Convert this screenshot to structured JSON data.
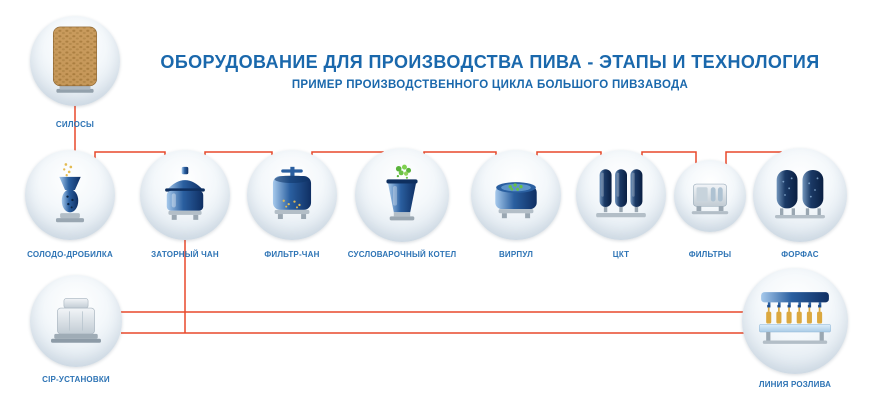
{
  "header": {
    "title": "ОБОРУДОВАНИЕ ДЛЯ ПРОИЗВОДСТВА ПИВА - ЭТАПЫ И ТЕХНОЛОГИЯ",
    "subtitle": "ПРИМЕР ПРОИЗВОДСТВЕННОГО ЦИКЛА БОЛЬШОГО ПИВЗАВОДА"
  },
  "stages": [
    {
      "id": "silos",
      "label": "СИЛОСЫ",
      "icon": "silo-icon"
    },
    {
      "id": "malt-crusher",
      "label": "СОЛОДО-ДРОБИЛКА",
      "icon": "malt-crusher-icon"
    },
    {
      "id": "mash-tun",
      "label": "ЗАТОРНЫЙ ЧАН",
      "icon": "mash-tun-icon"
    },
    {
      "id": "lauter-tun",
      "label": "ФИЛЬТР-ЧАН",
      "icon": "lauter-tun-icon"
    },
    {
      "id": "wort-kettle",
      "label": "СУСЛОВАРОЧНЫЙ КОТЕЛ",
      "icon": "wort-kettle-icon"
    },
    {
      "id": "whirlpool",
      "label": "ВИРПУЛ",
      "icon": "whirlpool-icon"
    },
    {
      "id": "cct",
      "label": "ЦКТ",
      "icon": "cct-tanks-icon"
    },
    {
      "id": "filters",
      "label": "ФИЛЬТРЫ",
      "icon": "filters-icon"
    },
    {
      "id": "forfas",
      "label": "ФОРФАС",
      "icon": "forfas-tanks-icon"
    },
    {
      "id": "cip",
      "label": "CIP-УСТАНОВКИ",
      "icon": "cip-unit-icon"
    },
    {
      "id": "bottling-line",
      "label": "ЛИНИЯ РОЗЛИВА",
      "icon": "bottling-line-icon"
    }
  ],
  "colors": {
    "title_text": "#1a68ac",
    "stage_label_text": "#2e74b5",
    "connector_line": "#e8492b",
    "circle_fill": "#e6edf4",
    "tank_blue": "#1a4a8c",
    "tank_navy": "#12315e",
    "grain_tan": "#c89a5c",
    "hops_green": "#63c043",
    "bottle_amber": "#dba83f",
    "steel_gray": "#c2ccd4"
  }
}
